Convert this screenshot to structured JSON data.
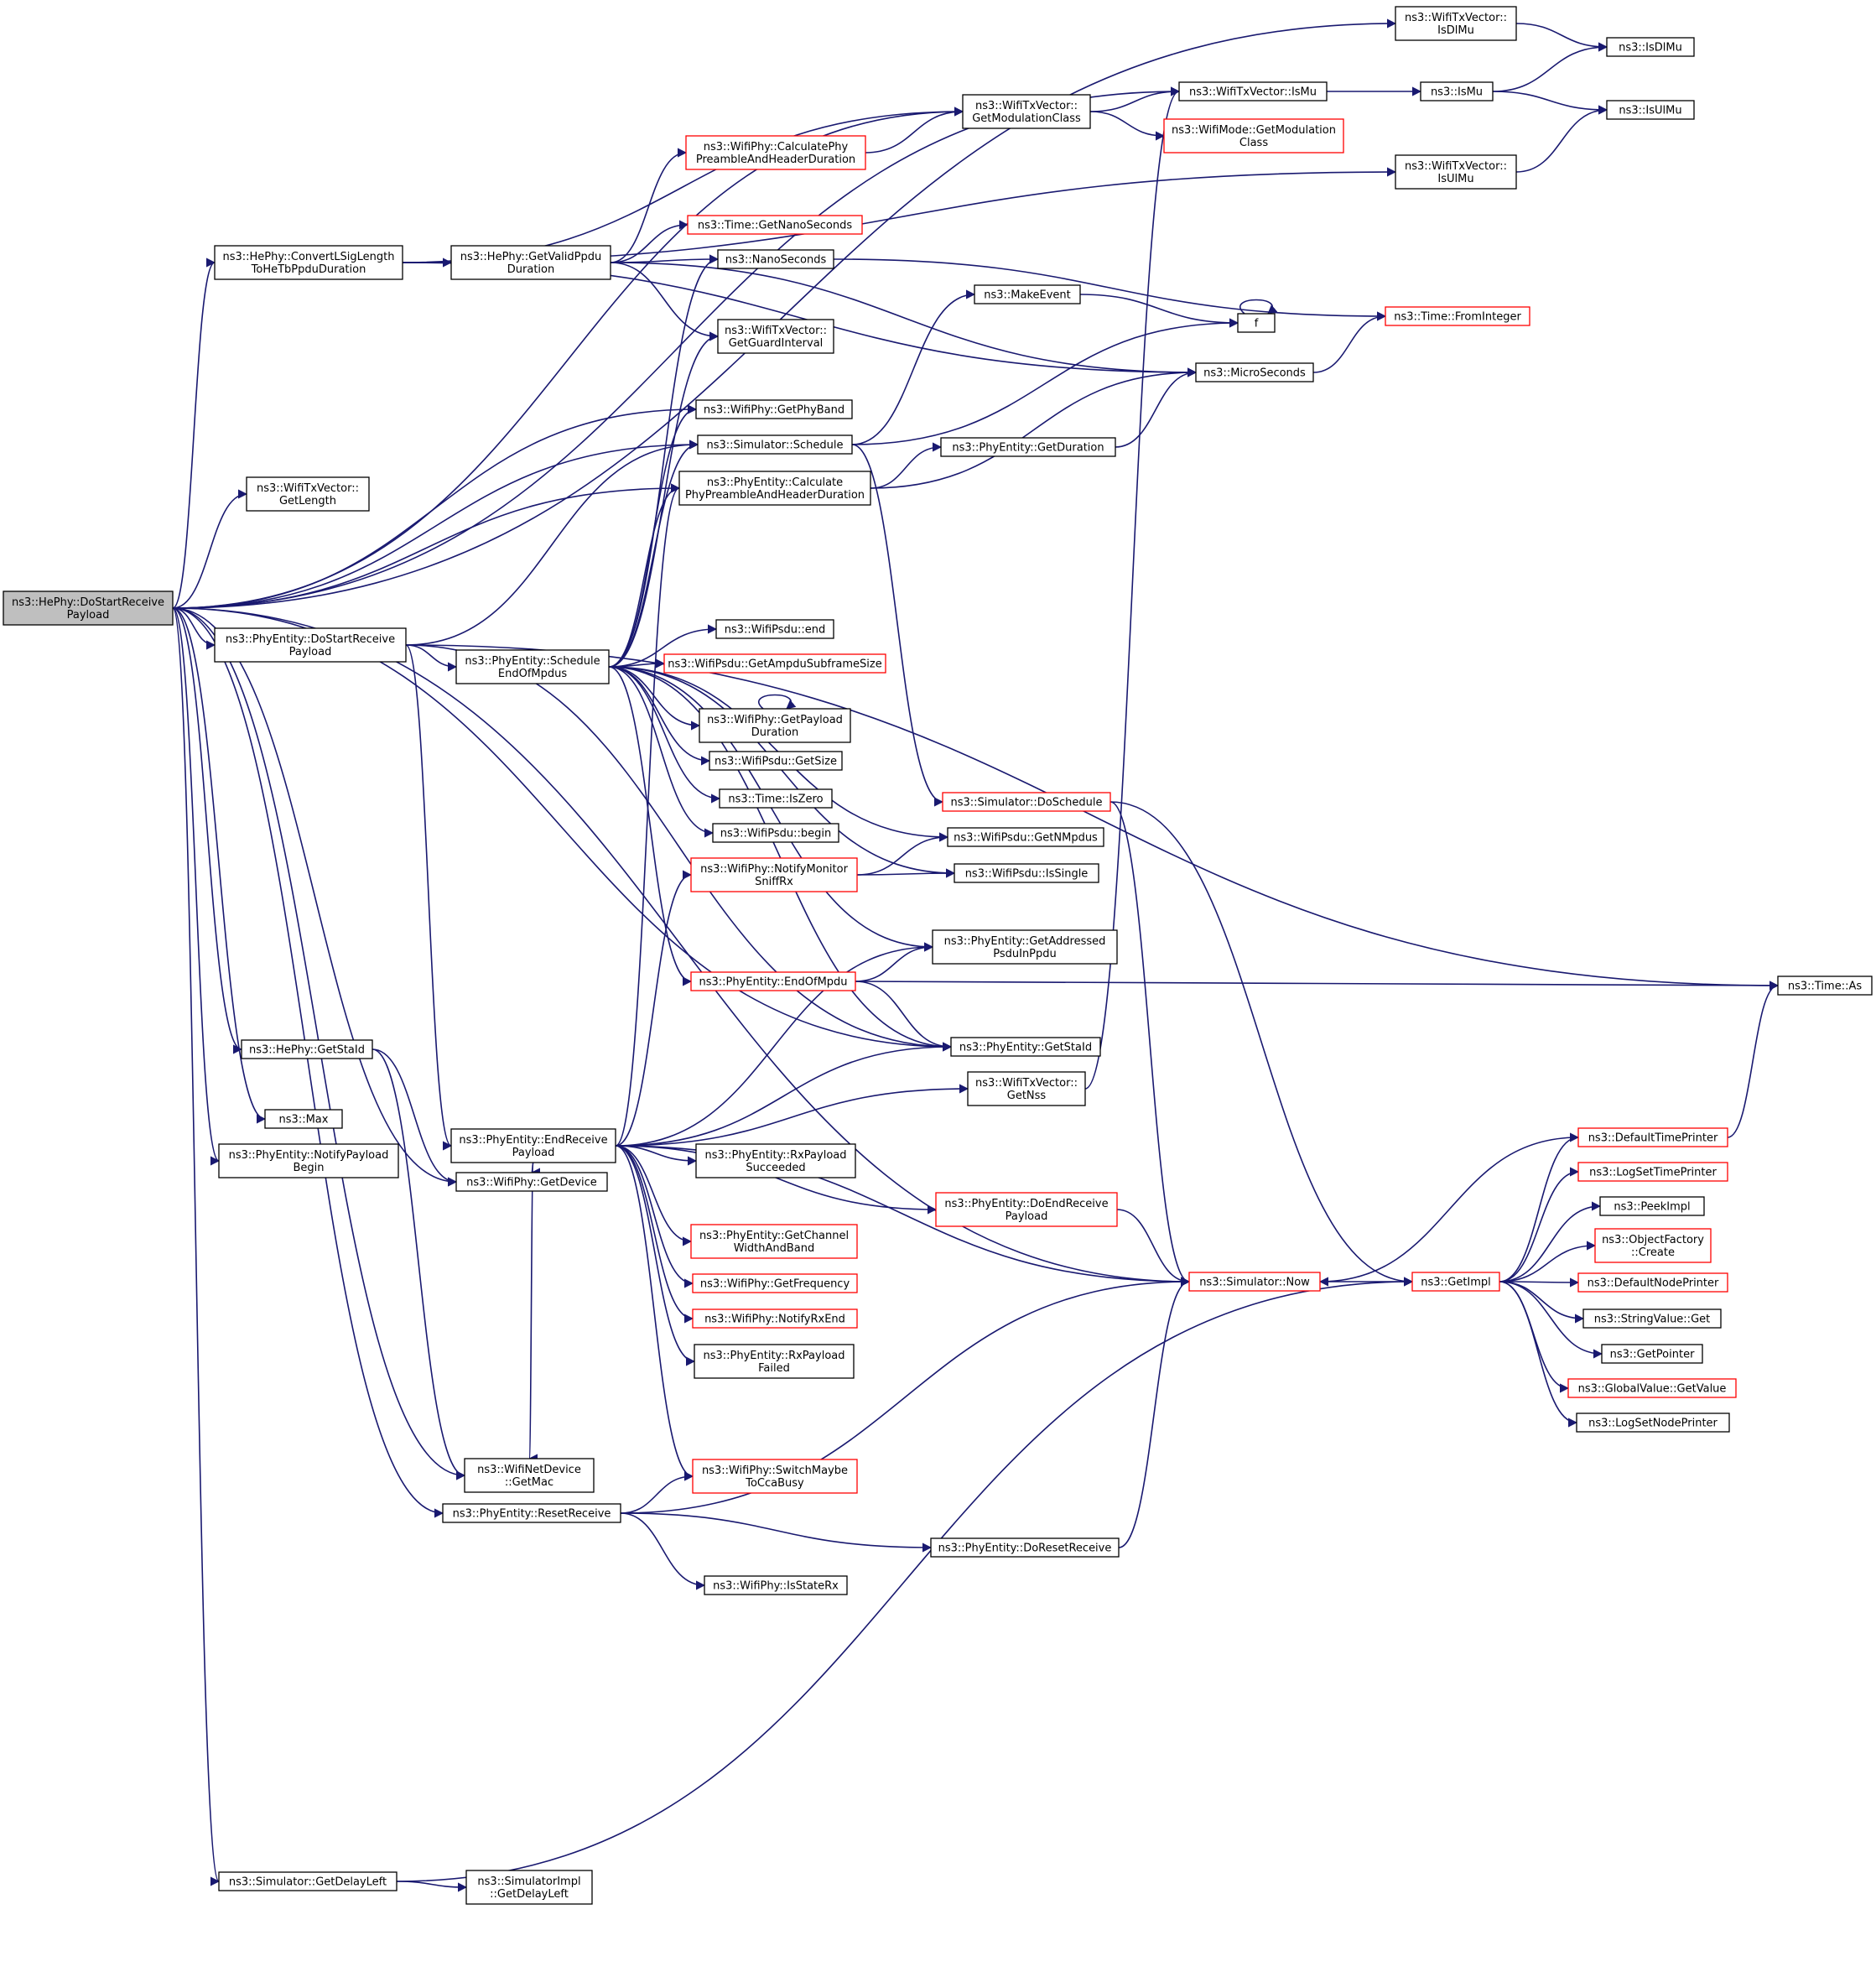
{
  "colors": {
    "edge": "#191970",
    "node_border": "#000000",
    "truncated_node_border": "#ff0000",
    "root_fill": "#bfbfbf",
    "background": "#ffffff"
  },
  "nodes": {
    "n0": {
      "lines": [
        "ns3::HePhy::DoStartReceive",
        "Payload"
      ],
      "red": false,
      "root": true
    },
    "n1": {
      "lines": [
        "ns3::HePhy::ConvertLSigLength",
        "ToHeTbPpduDuration"
      ],
      "red": false
    },
    "n2": {
      "lines": [
        "ns3::WifiTxVector::",
        "GetLength"
      ],
      "red": false
    },
    "n3": {
      "lines": [
        "ns3::PhyEntity::DoStartReceive",
        "Payload"
      ],
      "red": false
    },
    "n4": {
      "lines": [
        "ns3::HePhy::GetStaId"
      ],
      "red": false
    },
    "n5": {
      "lines": [
        "ns3::Max"
      ],
      "red": false
    },
    "n6": {
      "lines": [
        "ns3::PhyEntity::NotifyPayload",
        "Begin"
      ],
      "red": false
    },
    "n7": {
      "lines": [
        "ns3::Simulator::GetDelayLeft"
      ],
      "red": false
    },
    "n8": {
      "lines": [
        "ns3::HePhy::GetValidPpdu",
        "Duration"
      ],
      "red": false
    },
    "n9": {
      "lines": [
        "ns3::PhyEntity::Schedule",
        "EndOfMpdus"
      ],
      "red": false
    },
    "n10": {
      "lines": [
        "ns3::PhyEntity::EndReceive",
        "Payload"
      ],
      "red": false
    },
    "n11": {
      "lines": [
        "ns3::WifiPhy::GetDevice"
      ],
      "red": false
    },
    "n12": {
      "lines": [
        "ns3::WifiNetDevice",
        "::GetMac"
      ],
      "red": false
    },
    "n13": {
      "lines": [
        "ns3::PhyEntity::ResetReceive"
      ],
      "red": false
    },
    "n14": {
      "lines": [
        "ns3::WifiPhy::CalculatePhy",
        "PreambleAndHeaderDuration"
      ],
      "red": true
    },
    "n15": {
      "lines": [
        "ns3::Time::GetNanoSeconds"
      ],
      "red": true
    },
    "n16": {
      "lines": [
        "ns3::NanoSeconds"
      ],
      "red": false
    },
    "n17": {
      "lines": [
        "ns3::WifiTxVector::",
        "GetGuardInterval"
      ],
      "red": false
    },
    "n18": {
      "lines": [
        "ns3::WifiPhy::GetPhyBand"
      ],
      "red": false
    },
    "n19": {
      "lines": [
        "ns3::Simulator::Schedule"
      ],
      "red": false
    },
    "n20": {
      "lines": [
        "ns3::PhyEntity::Calculate",
        "PhyPreambleAndHeaderDuration"
      ],
      "red": false
    },
    "n21": {
      "lines": [
        "ns3::WifiPsdu::end"
      ],
      "red": false
    },
    "n22": {
      "lines": [
        "ns3::WifiPsdu::GetAmpduSubframeSize"
      ],
      "red": true
    },
    "n23": {
      "lines": [
        "ns3::WifiPhy::GetPayload",
        "Duration"
      ],
      "red": false
    },
    "n24": {
      "lines": [
        "ns3::WifiPsdu::GetSize"
      ],
      "red": false
    },
    "n25": {
      "lines": [
        "ns3::Time::IsZero"
      ],
      "red": false
    },
    "n26": {
      "lines": [
        "ns3::WifiPsdu::begin"
      ],
      "red": false
    },
    "n27": {
      "lines": [
        "ns3::WifiPhy::NotifyMonitor",
        "SniffRx"
      ],
      "red": true
    },
    "n28": {
      "lines": [
        "ns3::PhyEntity::EndOfMpdu"
      ],
      "red": true
    },
    "n29": {
      "lines": [
        "ns3::PhyEntity::RxPayload",
        "Succeeded"
      ],
      "red": false
    },
    "n30": {
      "lines": [
        "ns3::PhyEntity::GetChannel",
        "WidthAndBand"
      ],
      "red": true
    },
    "n31": {
      "lines": [
        "ns3::WifiPhy::GetFrequency"
      ],
      "red": true
    },
    "n32": {
      "lines": [
        "ns3::WifiPhy::NotifyRxEnd"
      ],
      "red": true
    },
    "n33": {
      "lines": [
        "ns3::PhyEntity::RxPayload",
        "Failed"
      ],
      "red": false
    },
    "n34": {
      "lines": [
        "ns3::WifiPhy::SwitchMaybe",
        "ToCcaBusy"
      ],
      "red": true
    },
    "n35": {
      "lines": [
        "ns3::WifiPhy::IsStateRx"
      ],
      "red": false
    },
    "n36": {
      "lines": [
        "ns3::SimulatorImpl",
        "::GetDelayLeft"
      ],
      "red": false
    },
    "n37": {
      "lines": [
        "ns3::WifiTxVector::",
        "GetModulationClass"
      ],
      "red": false
    },
    "n38": {
      "lines": [
        "ns3::MakeEvent"
      ],
      "red": false
    },
    "n39": {
      "lines": [
        "ns3::PhyEntity::GetDuration"
      ],
      "red": false
    },
    "n40": {
      "lines": [
        "ns3::Simulator::DoSchedule"
      ],
      "red": true
    },
    "n41": {
      "lines": [
        "ns3::WifiPsdu::GetNMpdus"
      ],
      "red": false
    },
    "n42": {
      "lines": [
        "ns3::WifiPsdu::IsSingle"
      ],
      "red": false
    },
    "n43": {
      "lines": [
        "ns3::PhyEntity::GetAddressed",
        "PsduInPpdu"
      ],
      "red": false
    },
    "n44": {
      "lines": [
        "ns3::PhyEntity::GetStaId"
      ],
      "red": false
    },
    "n45": {
      "lines": [
        "ns3::WifiTxVector::",
        "GetNss"
      ],
      "red": false
    },
    "n46": {
      "lines": [
        "ns3::PhyEntity::DoEndReceive",
        "Payload"
      ],
      "red": true
    },
    "n47": {
      "lines": [
        "ns3::PhyEntity::DoResetReceive"
      ],
      "red": false
    },
    "n48": {
      "lines": [
        "ns3::WifiTxVector::",
        "IsDlMu"
      ],
      "red": false
    },
    "n49": {
      "lines": [
        "ns3::WifiTxVector::IsMu"
      ],
      "red": false
    },
    "n50": {
      "lines": [
        "ns3::WifiMode::GetModulation",
        "Class"
      ],
      "red": true
    },
    "n51": {
      "lines": [
        "ns3::WifiTxVector::",
        "IsUlMu"
      ],
      "red": false
    },
    "n52": {
      "lines": [
        "f"
      ],
      "red": false
    },
    "n53": {
      "lines": [
        "ns3::MicroSeconds"
      ],
      "red": false
    },
    "n54": {
      "lines": [
        "ns3::Simulator::Now"
      ],
      "red": true
    },
    "n55": {
      "lines": [
        "ns3::IsMu"
      ],
      "red": false
    },
    "n56": {
      "lines": [
        "ns3::Time::FromInteger"
      ],
      "red": true
    },
    "n57": {
      "lines": [
        "ns3::GetImpl"
      ],
      "red": true
    },
    "n58": {
      "lines": [
        "ns3::IsDlMu"
      ],
      "red": false
    },
    "n59": {
      "lines": [
        "ns3::IsUlMu"
      ],
      "red": false
    },
    "n60": {
      "lines": [
        "ns3::Time::As"
      ],
      "red": false
    },
    "n61": {
      "lines": [
        "ns3::DefaultTimePrinter"
      ],
      "red": true
    },
    "n62": {
      "lines": [
        "ns3::LogSetTimePrinter"
      ],
      "red": true
    },
    "n63": {
      "lines": [
        "ns3::PeekImpl"
      ],
      "red": false
    },
    "n64": {
      "lines": [
        "ns3::ObjectFactory",
        "::Create"
      ],
      "red": true
    },
    "n65": {
      "lines": [
        "ns3::DefaultNodePrinter"
      ],
      "red": true
    },
    "n66": {
      "lines": [
        "ns3::StringValue::Get"
      ],
      "red": false
    },
    "n67": {
      "lines": [
        "ns3::GetPointer"
      ],
      "red": false
    },
    "n68": {
      "lines": [
        "ns3::GlobalValue::GetValue"
      ],
      "red": true
    },
    "n69": {
      "lines": [
        "ns3::LogSetNodePrinter"
      ],
      "red": false
    }
  },
  "edges": [
    [
      "n0",
      "n1"
    ],
    [
      "n0",
      "n2"
    ],
    [
      "n0",
      "n3"
    ],
    [
      "n0",
      "n4"
    ],
    [
      "n0",
      "n5"
    ],
    [
      "n0",
      "n6"
    ],
    [
      "n0",
      "n7"
    ],
    [
      "n0",
      "n13"
    ],
    [
      "n0",
      "n11"
    ],
    [
      "n0",
      "n12"
    ],
    [
      "n0",
      "n48"
    ],
    [
      "n0",
      "n49"
    ],
    [
      "n0",
      "n37"
    ],
    [
      "n0",
      "n18"
    ],
    [
      "n0",
      "n19"
    ],
    [
      "n0",
      "n20"
    ],
    [
      "n0",
      "n54"
    ],
    [
      "n0",
      "n44"
    ],
    [
      "n1",
      "n8"
    ],
    [
      "n1",
      "n37"
    ],
    [
      "n1",
      "n51"
    ],
    [
      "n1",
      "n53"
    ],
    [
      "n3",
      "n9"
    ],
    [
      "n3",
      "n10"
    ],
    [
      "n3",
      "n19"
    ],
    [
      "n3",
      "n60"
    ],
    [
      "n3",
      "n44"
    ],
    [
      "n4",
      "n11"
    ],
    [
      "n4",
      "n12"
    ],
    [
      "n7",
      "n36"
    ],
    [
      "n7",
      "n57"
    ],
    [
      "n8",
      "n14"
    ],
    [
      "n8",
      "n15"
    ],
    [
      "n8",
      "n16"
    ],
    [
      "n8",
      "n17"
    ],
    [
      "n8",
      "n53"
    ],
    [
      "n9",
      "n16"
    ],
    [
      "n9",
      "n17"
    ],
    [
      "n9",
      "n18"
    ],
    [
      "n9",
      "n19"
    ],
    [
      "n9",
      "n20"
    ],
    [
      "n9",
      "n21"
    ],
    [
      "n9",
      "n22"
    ],
    [
      "n9",
      "n23"
    ],
    [
      "n9",
      "n24"
    ],
    [
      "n9",
      "n25"
    ],
    [
      "n9",
      "n26"
    ],
    [
      "n9",
      "n41"
    ],
    [
      "n9",
      "n42"
    ],
    [
      "n9",
      "n28"
    ],
    [
      "n9",
      "n43"
    ],
    [
      "n9",
      "n44"
    ],
    [
      "n10",
      "n20"
    ],
    [
      "n10",
      "n27"
    ],
    [
      "n10",
      "n11"
    ],
    [
      "n10",
      "n12"
    ],
    [
      "n10",
      "n29"
    ],
    [
      "n10",
      "n30"
    ],
    [
      "n10",
      "n31"
    ],
    [
      "n10",
      "n32"
    ],
    [
      "n10",
      "n33"
    ],
    [
      "n10",
      "n34"
    ],
    [
      "n10",
      "n45"
    ],
    [
      "n10",
      "n46"
    ],
    [
      "n10",
      "n43"
    ],
    [
      "n10",
      "n44"
    ],
    [
      "n10",
      "n54"
    ],
    [
      "n13",
      "n34"
    ],
    [
      "n13",
      "n35"
    ],
    [
      "n13",
      "n47"
    ],
    [
      "n13",
      "n54"
    ],
    [
      "n14",
      "n37"
    ],
    [
      "n16",
      "n56"
    ],
    [
      "n19",
      "n38"
    ],
    [
      "n19",
      "n52"
    ],
    [
      "n19",
      "n40"
    ],
    [
      "n20",
      "n39"
    ],
    [
      "n20",
      "n53"
    ],
    [
      "n23",
      "n23"
    ],
    [
      "n27",
      "n41"
    ],
    [
      "n27",
      "n42"
    ],
    [
      "n28",
      "n43"
    ],
    [
      "n28",
      "n44"
    ],
    [
      "n28",
      "n60"
    ],
    [
      "n37",
      "n49"
    ],
    [
      "n37",
      "n50"
    ],
    [
      "n38",
      "n52"
    ],
    [
      "n39",
      "n53"
    ],
    [
      "n40",
      "n54"
    ],
    [
      "n40",
      "n57"
    ],
    [
      "n45",
      "n49"
    ],
    [
      "n46",
      "n54"
    ],
    [
      "n47",
      "n54"
    ],
    [
      "n49",
      "n55"
    ],
    [
      "n48",
      "n58"
    ],
    [
      "n51",
      "n59"
    ],
    [
      "n52",
      "n52"
    ],
    [
      "n53",
      "n56"
    ],
    [
      "n54",
      "n57"
    ],
    [
      "n55",
      "n58"
    ],
    [
      "n55",
      "n59"
    ],
    [
      "n57",
      "n61"
    ],
    [
      "n57",
      "n62"
    ],
    [
      "n57",
      "n63"
    ],
    [
      "n57",
      "n64"
    ],
    [
      "n57",
      "n65"
    ],
    [
      "n57",
      "n66"
    ],
    [
      "n57",
      "n67"
    ],
    [
      "n57",
      "n68"
    ],
    [
      "n57",
      "n69"
    ],
    [
      "n61",
      "n54"
    ],
    [
      "n61",
      "n60"
    ]
  ]
}
